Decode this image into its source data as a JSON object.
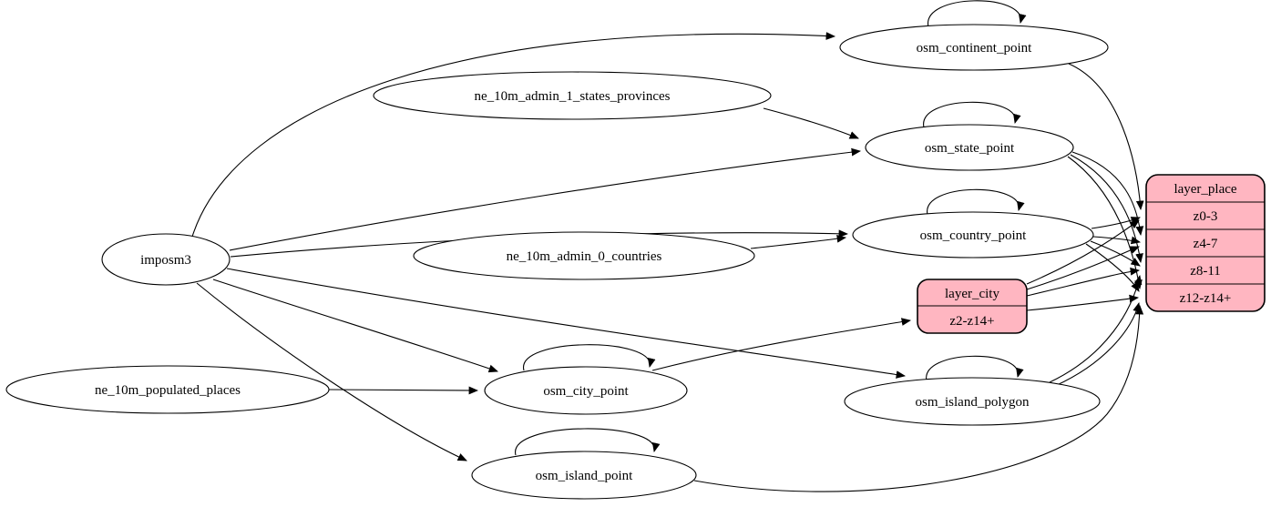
{
  "diagram": {
    "type": "graphviz-etl-flow",
    "background_color": "#ffffff",
    "table_node_fill": "#ffffff",
    "layer_record_fill": "#ffb6c1",
    "stroke_color": "#000000",
    "nodes": {
      "imposm3": {
        "label": "imposm3",
        "shape": "ellipse"
      },
      "ne_10m_admin_1_states_provinces": {
        "label": "ne_10m_admin_1_states_provinces",
        "shape": "ellipse"
      },
      "ne_10m_admin_0_countries": {
        "label": "ne_10m_admin_0_countries",
        "shape": "ellipse"
      },
      "ne_10m_populated_places": {
        "label": "ne_10m_populated_places",
        "shape": "ellipse"
      },
      "osm_continent_point": {
        "label": "osm_continent_point",
        "shape": "ellipse"
      },
      "osm_state_point": {
        "label": "osm_state_point",
        "shape": "ellipse"
      },
      "osm_country_point": {
        "label": "osm_country_point",
        "shape": "ellipse"
      },
      "osm_city_point": {
        "label": "osm_city_point",
        "shape": "ellipse"
      },
      "osm_island_polygon": {
        "label": "osm_island_polygon",
        "shape": "ellipse"
      },
      "osm_island_point": {
        "label": "osm_island_point",
        "shape": "ellipse"
      },
      "layer_city": {
        "title": "layer_city",
        "rows": [
          "z2-z14+"
        ],
        "shape": "record"
      },
      "layer_place": {
        "title": "layer_place",
        "rows": [
          "z0-3",
          "z4-7",
          "z8-11",
          "z12-z14+"
        ],
        "shape": "record"
      }
    },
    "edges": [
      {
        "from": "imposm3",
        "to": "osm_continent_point"
      },
      {
        "from": "imposm3",
        "to": "osm_state_point"
      },
      {
        "from": "imposm3",
        "to": "osm_country_point"
      },
      {
        "from": "imposm3",
        "to": "osm_city_point"
      },
      {
        "from": "imposm3",
        "to": "osm_island_polygon"
      },
      {
        "from": "imposm3",
        "to": "osm_island_point"
      },
      {
        "from": "ne_10m_admin_1_states_provinces",
        "to": "osm_state_point"
      },
      {
        "from": "ne_10m_admin_0_countries",
        "to": "osm_country_point"
      },
      {
        "from": "ne_10m_populated_places",
        "to": "osm_city_point"
      },
      {
        "from": "osm_continent_point",
        "to": "osm_continent_point"
      },
      {
        "from": "osm_state_point",
        "to": "osm_state_point"
      },
      {
        "from": "osm_country_point",
        "to": "osm_country_point"
      },
      {
        "from": "osm_city_point",
        "to": "osm_city_point"
      },
      {
        "from": "osm_island_polygon",
        "to": "osm_island_polygon"
      },
      {
        "from": "osm_island_point",
        "to": "osm_island_point"
      },
      {
        "from": "osm_continent_point",
        "to": "layer_place:z0-3"
      },
      {
        "from": "osm_country_point",
        "to": "layer_place:z0-3"
      },
      {
        "from": "osm_country_point",
        "to": "layer_place:z4-7"
      },
      {
        "from": "osm_country_point",
        "to": "layer_place:z8-11"
      },
      {
        "from": "osm_country_point",
        "to": "layer_place:z12-z14+"
      },
      {
        "from": "osm_state_point",
        "to": "layer_place:z4-7"
      },
      {
        "from": "osm_state_point",
        "to": "layer_place:z8-11"
      },
      {
        "from": "osm_state_point",
        "to": "layer_place:z12-z14+"
      },
      {
        "from": "osm_city_point",
        "to": "layer_city:z2-z14+"
      },
      {
        "from": "layer_city:z2-z14+",
        "to": "layer_place:z0-3"
      },
      {
        "from": "layer_city:z2-z14+",
        "to": "layer_place:z4-7"
      },
      {
        "from": "layer_city:z2-z14+",
        "to": "layer_place:z8-11"
      },
      {
        "from": "layer_city:z2-z14+",
        "to": "layer_place:z12-z14+"
      },
      {
        "from": "osm_island_polygon",
        "to": "layer_place:z8-11"
      },
      {
        "from": "osm_island_polygon",
        "to": "layer_place:z12-z14+"
      },
      {
        "from": "osm_island_point",
        "to": "layer_place:z12-z14+"
      }
    ]
  }
}
